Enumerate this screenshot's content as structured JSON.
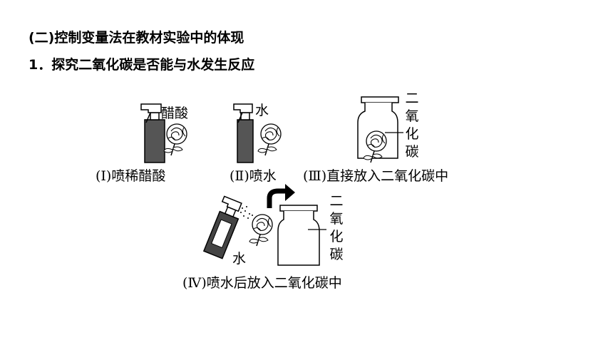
{
  "section_title": "(二)控制变量法在教材实验中的体现",
  "item_title": "1．探究二氧化碳是否能与水发生反应",
  "experiments": [
    {
      "caption": "(Ⅰ)喷稀醋酸",
      "spray_label": "醋酸"
    },
    {
      "caption": "(Ⅱ)喷水",
      "spray_label": "水"
    },
    {
      "caption": "(Ⅲ)直接放入二氧化碳中",
      "jar_label": "二氧化碳"
    },
    {
      "caption": "(Ⅳ)喷水后放入二氧化碳中",
      "spray_label": "水",
      "jar_label": "二氧化碳"
    }
  ]
}
